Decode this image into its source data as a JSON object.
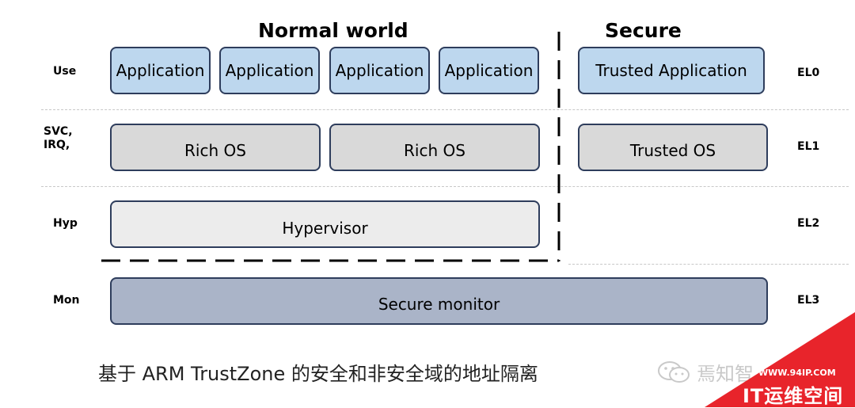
{
  "headings": {
    "normal": "Normal world",
    "secure": "Secure"
  },
  "rows": [
    {
      "level": "Use",
      "el": "EL0"
    },
    {
      "level": "SVC,\nIRQ,",
      "el": "EL1"
    },
    {
      "level": "Hyp",
      "el": "EL2"
    },
    {
      "level": "Mon",
      "el": "EL3"
    }
  ],
  "normal_apps": [
    "Application",
    "Application",
    "Application",
    "Application"
  ],
  "trusted_app": "Trusted Application",
  "rich_os": [
    "Rich OS",
    "Rich OS"
  ],
  "trusted_os": "Trusted OS",
  "hypervisor": "Hypervisor",
  "secure_monitor": "Secure monitor",
  "caption": "基于 ARM TrustZone 的安全和非安全域的地址隔离",
  "watermark": {
    "wechat_text": "焉知智",
    "banner_url": "WWW.94IP.COM",
    "banner_name": "IT运维空间",
    "banner_color": "#e8242b"
  },
  "colors": {
    "app_fill": "#bdd7ee",
    "os_fill": "#d9d9d9",
    "hyp_fill": "#ececec",
    "mon_fill": "#aab4c8",
    "box_border": "#2e3d5c"
  }
}
